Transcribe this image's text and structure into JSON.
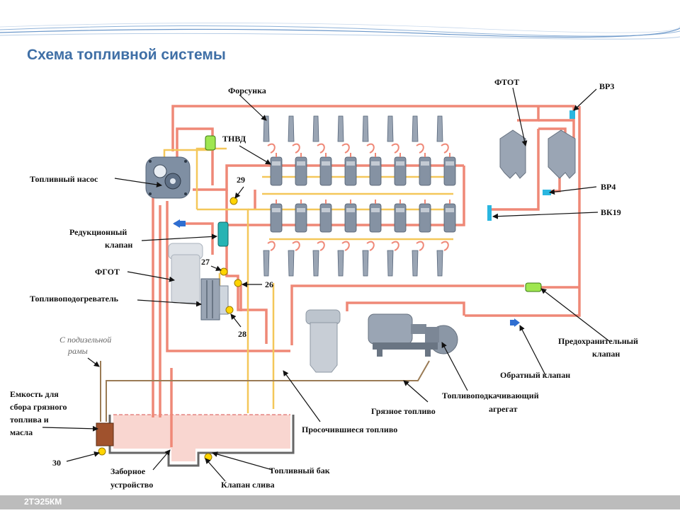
{
  "title": "Схема топливной системы",
  "footer": "2ТЭ25КМ",
  "colors": {
    "pipe_main": "#ef8877",
    "pipe_fuel": "#f4c75a",
    "pipe_dirty": "#9a7b55",
    "tank_fill": "#f9d6d0",
    "unit_gray": "#9aa5b4",
    "valve_blue": "#2f6ed1",
    "valve_green": "#9fe650",
    "valve_yellow": "#ffd400"
  },
  "labels": {
    "forsunka": "Форсунка",
    "ftot": "ФТОТ",
    "bp3": "ВР3",
    "tnvd": "ТНВД",
    "pump": "Топливный насос",
    "bp4": "ВР4",
    "bk19": "ВК19",
    "reduct": [
      "Редукционный",
      "клапан"
    ],
    "fgot": "ФГОТ",
    "heater": "Топливоподогреватель",
    "safety": [
      "Предохранительный",
      "клапан"
    ],
    "check": "Обратный клапан",
    "frame": [
      "С подизельной",
      "рамы"
    ],
    "container": [
      "Емкость для",
      "сбора грязного",
      "топлива и",
      "масла"
    ],
    "booster": [
      "Топливоподкачивающий",
      "агрегат"
    ],
    "dirty": "Грязное топливо",
    "leaked": "Просочившиеся топливо",
    "tank": "Топливный бак",
    "intake": [
      "Заборное",
      "устройство"
    ],
    "drain": "Клапан слива"
  },
  "numbers": {
    "n29": "29",
    "n27": "27",
    "n26": "26",
    "n28": "28",
    "n30": "30"
  }
}
